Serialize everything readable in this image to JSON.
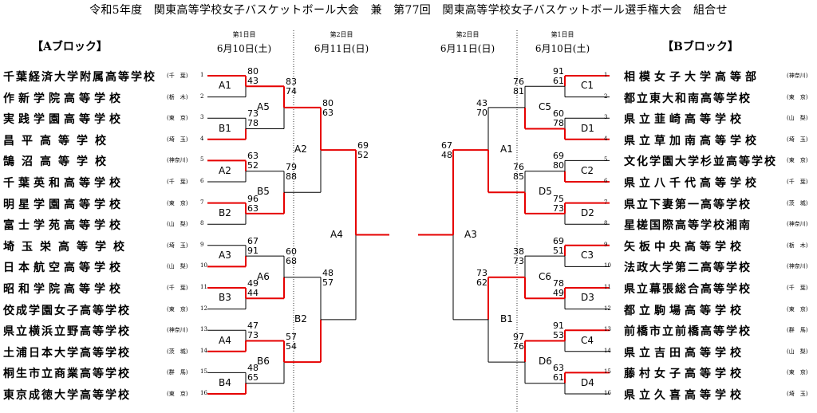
{
  "title": "令和5年度　関東高等学校女子バスケットボール大会　兼　第77回　関東高等学校女子バスケットボール選手権大会　組合せ",
  "blockA": "【Aブロック】",
  "blockB": "【Bブロック】",
  "day1": "第1日目",
  "day2": "第2日目",
  "date1": "6月10日(土)",
  "date2": "6月11日(日)",
  "left_teams": [
    {
      "no": "1",
      "name": "千葉経済大学附属高等学校",
      "pref": "(千　葉)"
    },
    {
      "no": "2",
      "name": "作新学院高等学校",
      "pref": "(栃　木)"
    },
    {
      "no": "3",
      "name": "実践学園高等学校",
      "pref": "(東　京)"
    },
    {
      "no": "4",
      "name": "昌平高等学校",
      "pref": "(埼　玉)"
    },
    {
      "no": "5",
      "name": "鵠沼高等学校",
      "pref": "(神奈川)"
    },
    {
      "no": "6",
      "name": "千葉英和高等学校",
      "pref": "(千　葉)"
    },
    {
      "no": "7",
      "name": "明星学園高等学校",
      "pref": "(東　京)"
    },
    {
      "no": "8",
      "name": "富士学苑高等学校",
      "pref": "(山　梨)"
    },
    {
      "no": "9",
      "name": "埼玉栄高等学校",
      "pref": "(埼　玉)"
    },
    {
      "no": "10",
      "name": "日本航空高等学校",
      "pref": "(山　梨)"
    },
    {
      "no": "11",
      "name": "昭和学院高等学校",
      "pref": "(千　葉)"
    },
    {
      "no": "12",
      "name": "佼成学園女子高等学校",
      "pref": "(東　京)"
    },
    {
      "no": "13",
      "name": "県立横浜立野高等学校",
      "pref": "(神奈川)"
    },
    {
      "no": "14",
      "name": "土浦日本大学高等学校",
      "pref": "(茨　城)"
    },
    {
      "no": "15",
      "name": "桐生市立商業高等学校",
      "pref": "(群　馬)"
    },
    {
      "no": "16",
      "name": "東京成徳大学高等学校",
      "pref": "(東　京)"
    }
  ],
  "right_teams": [
    {
      "no": "1",
      "name": "相模女子大学高等部",
      "pref": "(神奈川)"
    },
    {
      "no": "2",
      "name": "都立東大和南高等学校",
      "pref": "(東　京)"
    },
    {
      "no": "3",
      "name": "県立韮崎高等学校",
      "pref": "(山　梨)"
    },
    {
      "no": "4",
      "name": "県立草加南高等学校",
      "pref": "(埼　玉)"
    },
    {
      "no": "5",
      "name": "文化学園大学杉並高等学校",
      "pref": "(東　京)"
    },
    {
      "no": "6",
      "name": "県立八千代高等学校",
      "pref": "(千　葉)"
    },
    {
      "no": "7",
      "name": "県立下妻第一高等学校",
      "pref": "(茨　城)"
    },
    {
      "no": "8",
      "name": "星槎国際高等学校湘南",
      "pref": "(神奈川)"
    },
    {
      "no": "9",
      "name": "矢板中央高等学校",
      "pref": "(栃　木)"
    },
    {
      "no": "10",
      "name": "法政大学第二高等学校",
      "pref": "(神奈川)"
    },
    {
      "no": "11",
      "name": "県立幕張総合高等学校",
      "pref": "(千　葉)"
    },
    {
      "no": "12",
      "name": "都立駒場高等学校",
      "pref": "(東　京)"
    },
    {
      "no": "13",
      "name": "前橋市立前橋高等学校",
      "pref": "(群　馬)"
    },
    {
      "no": "14",
      "name": "県立吉田高等学校",
      "pref": "(山　梨)"
    },
    {
      "no": "15",
      "name": "藤村女子高等学校",
      "pref": "(東　京)"
    },
    {
      "no": "16",
      "name": "県立久喜高等学校",
      "pref": "(埼　玉)"
    }
  ],
  "left_r1": [
    {
      "label": "A1",
      "s1": "80",
      "s2": "43"
    },
    {
      "label": "B1",
      "s1": "73",
      "s2": "78"
    },
    {
      "label": "A2",
      "s1": "63",
      "s2": "52"
    },
    {
      "label": "B2",
      "s1": "96",
      "s2": "63"
    },
    {
      "label": "A3",
      "s1": "67",
      "s2": "91"
    },
    {
      "label": "B3",
      "s1": "49",
      "s2": "44"
    },
    {
      "label": "A4",
      "s1": "47",
      "s2": "73"
    },
    {
      "label": "B4",
      "s1": "48",
      "s2": "65"
    }
  ],
  "left_r2": [
    {
      "label": "A5",
      "s1": "83",
      "s2": "74"
    },
    {
      "label": "B5",
      "s1": "79",
      "s2": "88"
    },
    {
      "label": "A6",
      "s1": "60",
      "s2": "68"
    },
    {
      "label": "B6",
      "s1": "57",
      "s2": "54"
    }
  ],
  "left_r3": [
    {
      "label": "A2",
      "s1": "80",
      "s2": "63"
    },
    {
      "label": "B2",
      "s1": "48",
      "s2": "57"
    }
  ],
  "left_final": {
    "label": "A4",
    "s1": "69",
    "s2": "52"
  },
  "right_r1": [
    {
      "label": "C1",
      "s1": "91",
      "s2": "61"
    },
    {
      "label": "D1",
      "s1": "60",
      "s2": "78"
    },
    {
      "label": "C2",
      "s1": "69",
      "s2": "80"
    },
    {
      "label": "D2",
      "s1": "75",
      "s2": "73"
    },
    {
      "label": "C3",
      "s1": "69",
      "s2": "51"
    },
    {
      "label": "D3",
      "s1": "78",
      "s2": "49"
    },
    {
      "label": "C4",
      "s1": "91",
      "s2": "53"
    },
    {
      "label": "D4",
      "s1": "63",
      "s2": "61"
    }
  ],
  "right_r2": [
    {
      "label": "C5",
      "s1": "76",
      "s2": "81"
    },
    {
      "label": "D5",
      "s1": "76",
      "s2": "85"
    },
    {
      "label": "C6",
      "s1": "38",
      "s2": "73"
    },
    {
      "label": "D6",
      "s1": "97",
      "s2": "76"
    }
  ],
  "right_r3": [
    {
      "label": "A1",
      "s1": "43",
      "s2": "70"
    },
    {
      "label": "B1",
      "s1": "73",
      "s2": "62"
    }
  ],
  "right_final": {
    "label": "A3",
    "s1": "67",
    "s2": "48"
  },
  "colors": {
    "winner_line": "#e60000",
    "bracket_line": "#000000",
    "divider": "#000000"
  }
}
